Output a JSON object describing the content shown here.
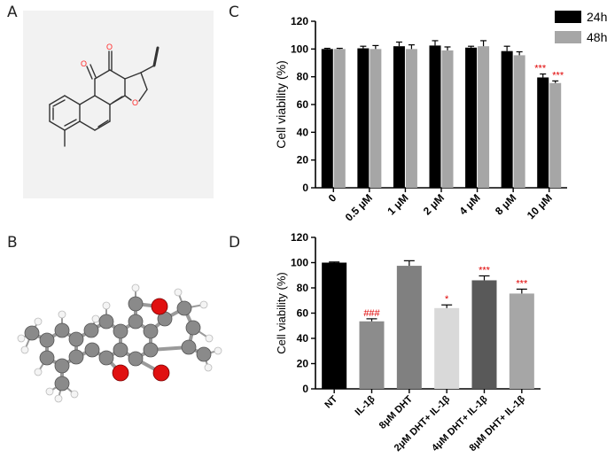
{
  "panels": {
    "a": {
      "letter": "A"
    },
    "b": {
      "letter": "B"
    },
    "c": {
      "letter": "C"
    },
    "d": {
      "letter": "D"
    }
  },
  "structure_2d": {
    "background": "#f2f2f2",
    "bond_color": "#333333",
    "oxygen_color": "#ff2a2a",
    "atoms": [
      "O",
      "O",
      "O"
    ]
  },
  "model_3d": {
    "carbon_color": "#8a8a8a",
    "oxygen_color": "#e01010",
    "hydrogen_color": "#f4f4f4"
  },
  "chart_data": [
    {
      "id": "C",
      "type": "bar",
      "categories": [
        "0",
        "0.5 μM",
        "1 μM",
        "2 μM",
        "4 μM",
        "8 μM",
        "10 μM"
      ],
      "series": [
        {
          "name": "24h",
          "color": "#000000",
          "values": [
            100,
            100.5,
            102,
            102.5,
            101,
            98.5,
            79.5
          ],
          "errors": [
            0.5,
            1.5,
            3,
            3.5,
            1,
            3.5,
            2.5
          ]
        },
        {
          "name": "48h",
          "color": "#a6a6a6",
          "values": [
            100,
            100,
            100,
            99,
            102,
            95.5,
            75.5
          ],
          "errors": [
            0.5,
            2.5,
            3,
            2.5,
            4,
            2.5,
            1.5
          ]
        }
      ],
      "annotations": [
        {
          "category": 6,
          "series": 0,
          "text": "***",
          "color": "#e00000"
        },
        {
          "category": 6,
          "series": 1,
          "text": "***",
          "color": "#e00000"
        }
      ],
      "ylabel": "Cell viability (%)",
      "ylim": [
        0,
        120
      ],
      "yticks": [
        0,
        20,
        40,
        60,
        80,
        100,
        120
      ],
      "legend": "top-right",
      "grid": false
    },
    {
      "id": "D",
      "type": "bar",
      "categories": [
        "NT",
        "IL-1β",
        "8μM DHT",
        "2μM DHT+ IL-1β",
        "4μM DHT+ IL-1β",
        "8μM DHT+ IL-1β"
      ],
      "values": [
        100,
        53.5,
        97.5,
        64,
        86,
        75.5
      ],
      "errors": [
        0.5,
        2,
        4,
        2.5,
        3.5,
        3.5
      ],
      "colors": [
        "#000000",
        "#8c8c8c",
        "#808080",
        "#d9d9d9",
        "#595959",
        "#a6a6a6"
      ],
      "annotations": [
        {
          "category": 1,
          "text": "###",
          "color": "#e00000"
        },
        {
          "category": 3,
          "text": "*",
          "color": "#e00000"
        },
        {
          "category": 4,
          "text": "***",
          "color": "#e00000"
        },
        {
          "category": 5,
          "text": "***",
          "color": "#e00000"
        }
      ],
      "ylabel": "Cell viability (%)",
      "ylim": [
        0,
        120
      ],
      "yticks": [
        0,
        20,
        40,
        60,
        80,
        100,
        120
      ],
      "grid": false
    }
  ]
}
